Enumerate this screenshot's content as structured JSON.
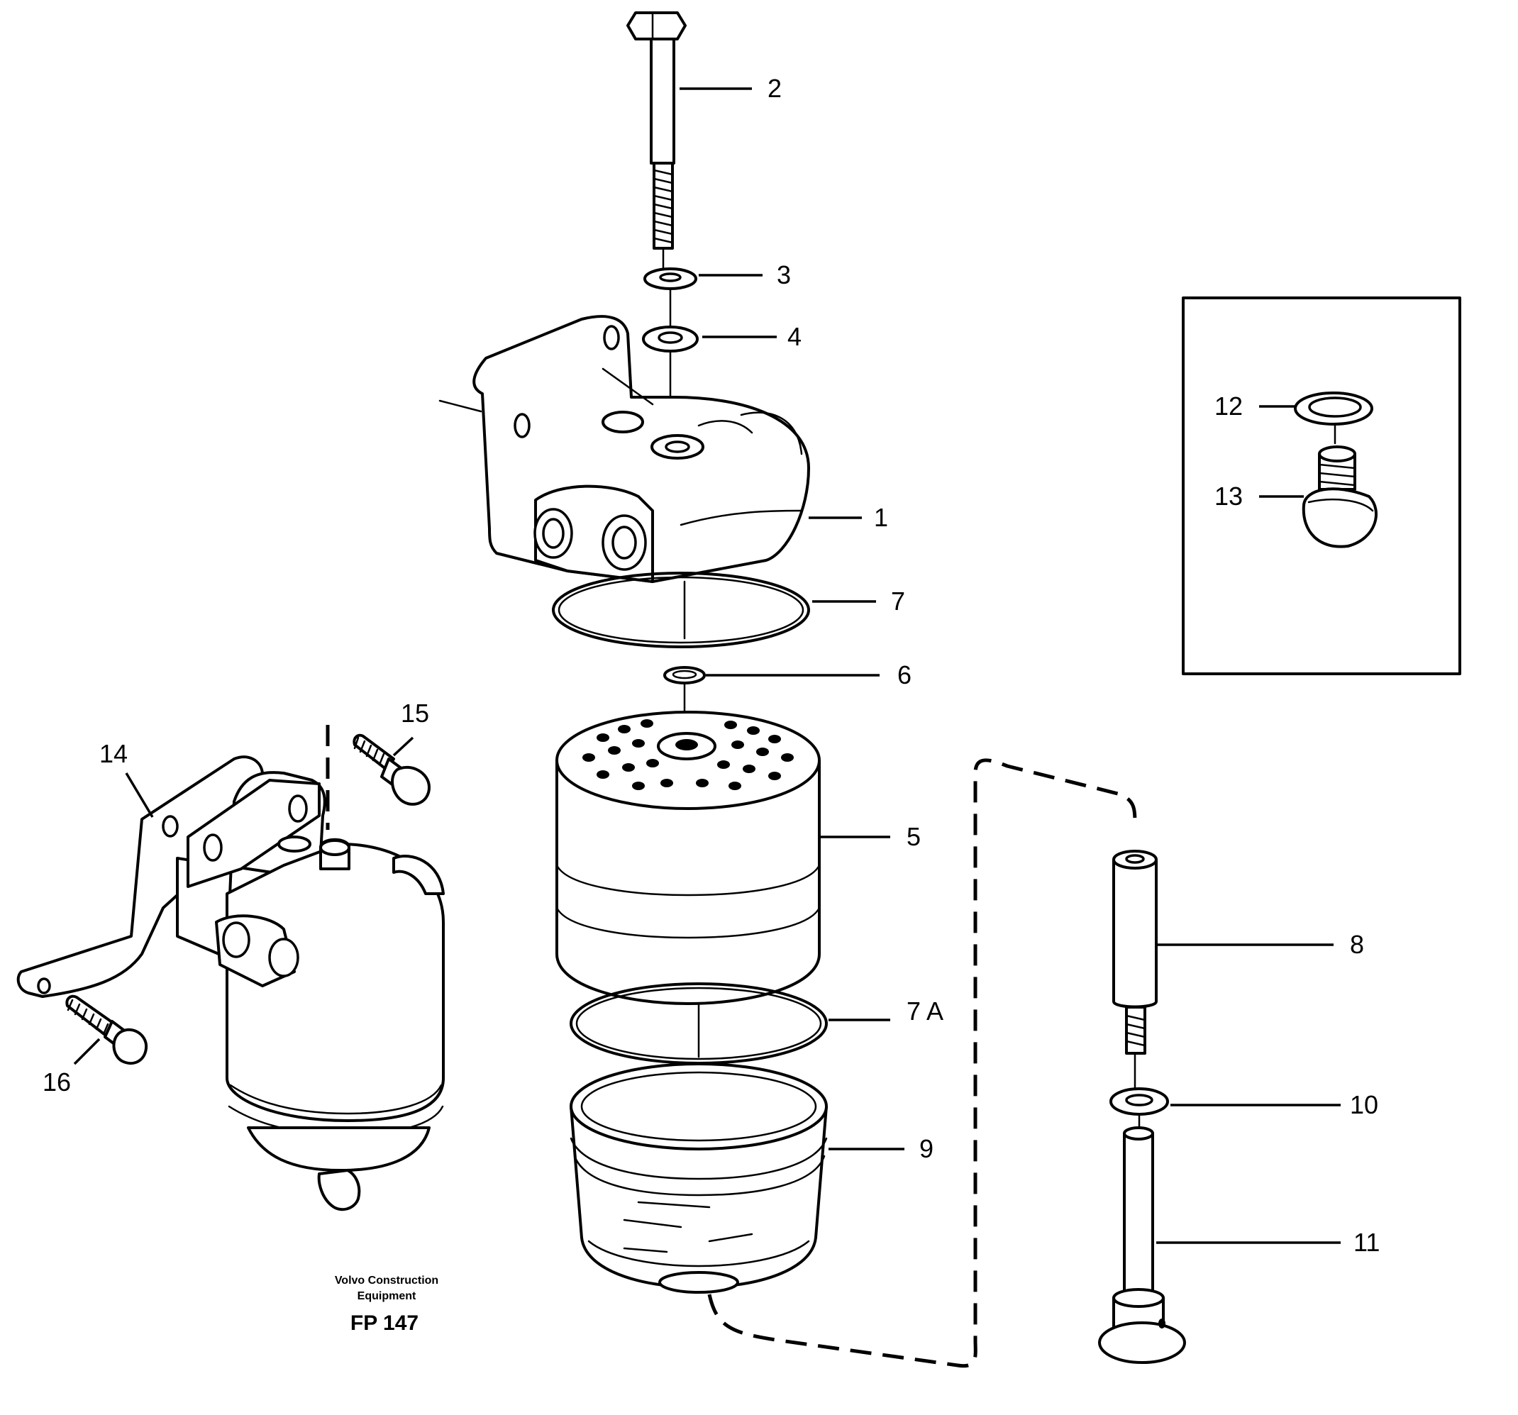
{
  "callouts": {
    "c1": "1",
    "c2": "2",
    "c3": "3",
    "c4": "4",
    "c5": "5",
    "c6": "6",
    "c7": "7",
    "c7a": "7 A",
    "c8": "8",
    "c9": "9",
    "c10": "10",
    "c11": "11",
    "c12": "12",
    "c13": "13",
    "c14": "14",
    "c15": "15",
    "c16": "16"
  },
  "caption": {
    "line1": "Volvo Construction",
    "line2": "Equipment",
    "code": "FP 147"
  },
  "colors": {
    "ink": "#000000",
    "paper": "#ffffff"
  }
}
